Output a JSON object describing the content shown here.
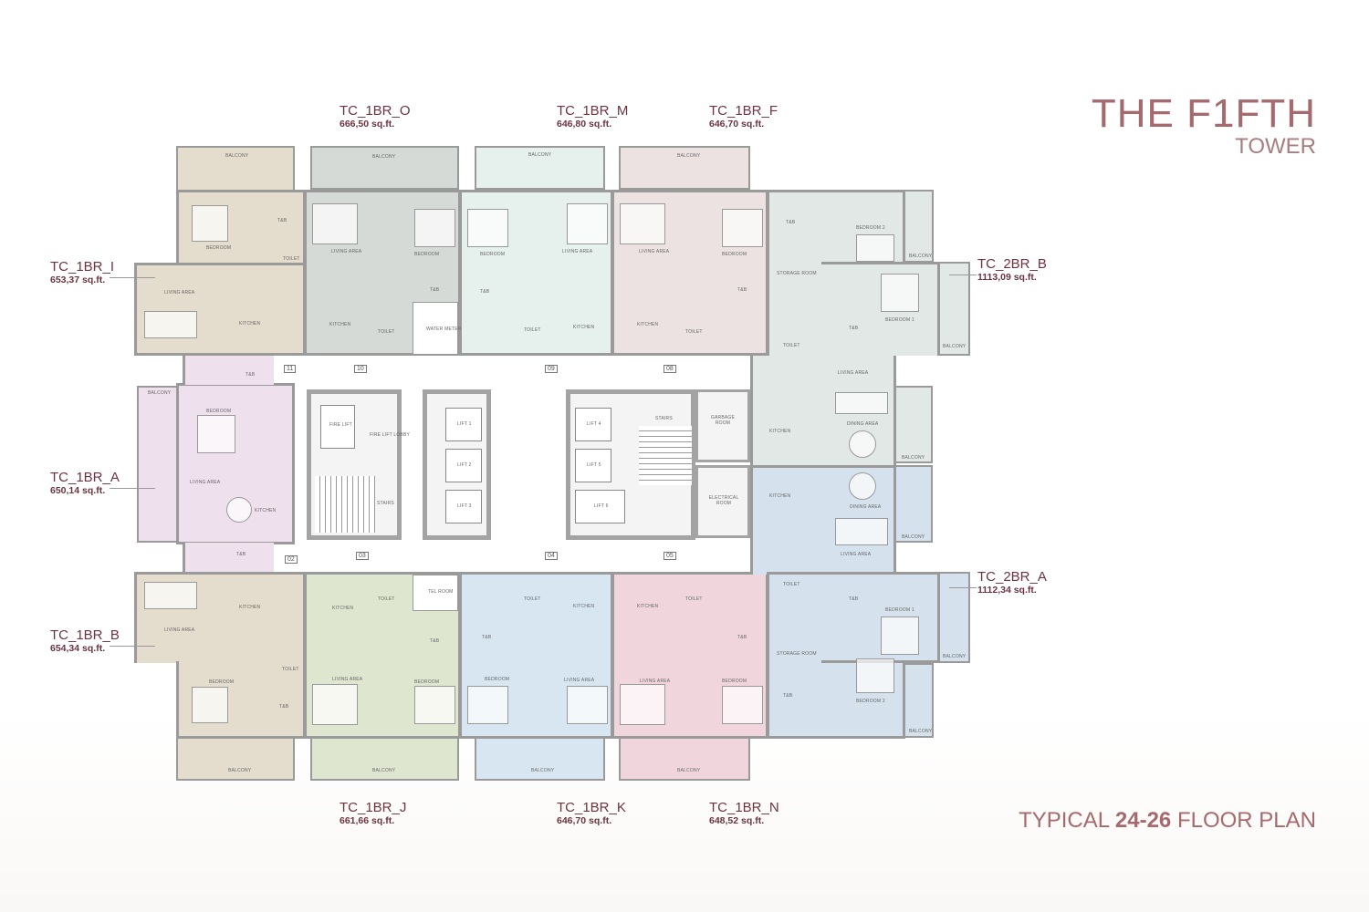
{
  "title": {
    "main": "THE F1FTH",
    "sub": "TOWER"
  },
  "floor_plan": {
    "prefix": "TYPICAL ",
    "floors": "24-26",
    "suffix": " FLOOR PLAN"
  },
  "colors": {
    "label": "#6b3440",
    "title": "#a66a6e",
    "wall": "#9a9a9a"
  },
  "units": {
    "o": {
      "name": "TC_1BR_O",
      "area": "666,50 sq.ft."
    },
    "m": {
      "name": "TC_1BR_M",
      "area": "646,80 sq.ft."
    },
    "f": {
      "name": "TC_1BR_F",
      "area": "646,70 sq.ft."
    },
    "i": {
      "name": "TC_1BR_I",
      "area": "653,37 sq.ft."
    },
    "b2": {
      "name": "TC_2BR_B",
      "area": "1113,09 sq.ft."
    },
    "a": {
      "name": "TC_1BR_A",
      "area": "650,14 sq.ft."
    },
    "a2": {
      "name": "TC_2BR_A",
      "area": "1112,34 sq.ft."
    },
    "b": {
      "name": "TC_1BR_B",
      "area": "654,34 sq.ft."
    },
    "j": {
      "name": "TC_1BR_J",
      "area": "661,66 sq.ft."
    },
    "k": {
      "name": "TC_1BR_K",
      "area": "646,70 sq.ft."
    },
    "n": {
      "name": "TC_1BR_N",
      "area": "648,52 sq.ft."
    }
  },
  "rooms": {
    "balcony": "BALCONY",
    "living": "LIVING AREA",
    "bedroom": "BEDROOM",
    "kitchen": "KITCHEN",
    "tb": "T&B",
    "toilet": "TOILET",
    "storage": "STORAGE ROOM",
    "dining": "DINING AREA",
    "bedroom1": "BEDROOM 1",
    "bedroom2": "BEDROOM 2"
  },
  "core": {
    "fire_lift": "FIRE LIFT",
    "fire_lobby": "FIRE LIFT LOBBY",
    "stairs": "STAIRS",
    "lift1": "LIFT 1",
    "lift2": "LIFT 2",
    "lift3": "LIFT 3",
    "lift4": "LIFT 4",
    "lift5": "LIFT 5",
    "lift6": "LIFT 6",
    "garbage": "GARBAGE ROOM",
    "electrical": "ELECTRICAL ROOM",
    "water": "WATER METER",
    "tel": "TEL ROOM"
  },
  "doors": [
    "11",
    "10",
    "09",
    "08",
    "03",
    "04",
    "05",
    "02"
  ]
}
